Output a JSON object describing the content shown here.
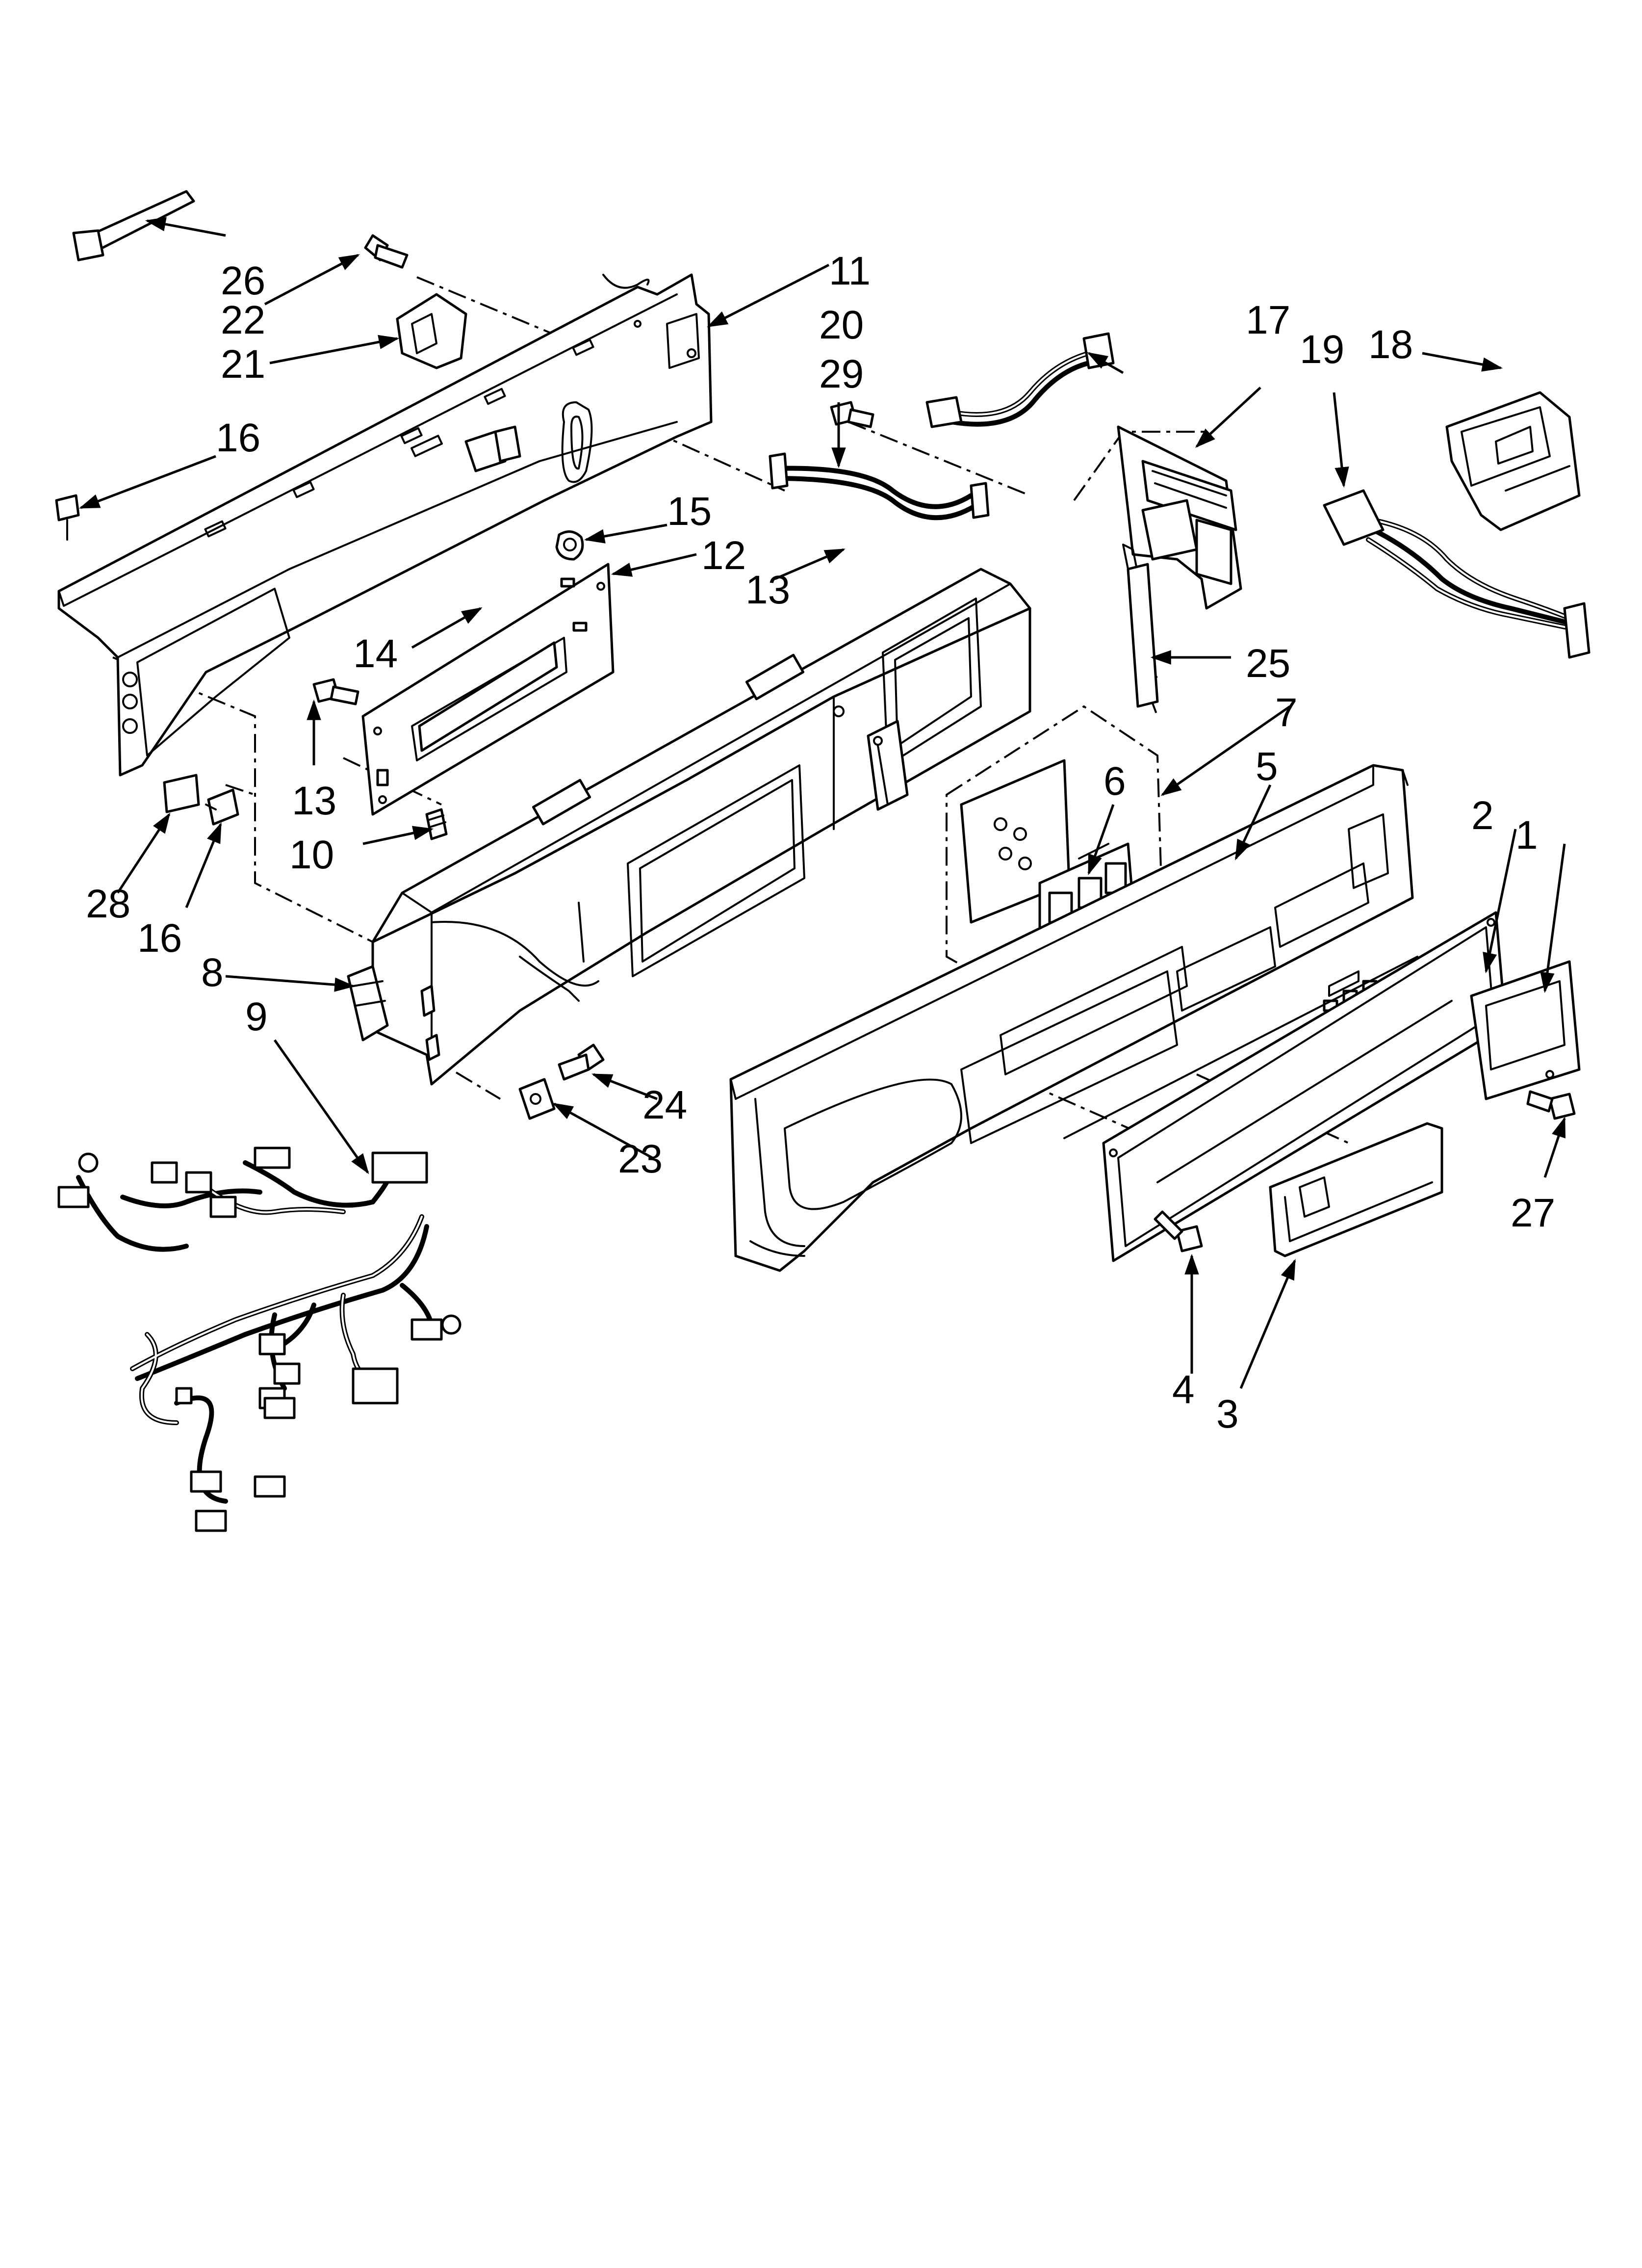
{
  "callouts": [
    {
      "id": "c1",
      "label": "1"
    },
    {
      "id": "c2",
      "label": "2"
    },
    {
      "id": "c3",
      "label": "3"
    },
    {
      "id": "c4",
      "label": "4"
    },
    {
      "id": "c5",
      "label": "5"
    },
    {
      "id": "c6",
      "label": "6"
    },
    {
      "id": "c7",
      "label": "7"
    },
    {
      "id": "c8",
      "label": "8"
    },
    {
      "id": "c9",
      "label": "9"
    },
    {
      "id": "c10",
      "label": "10"
    },
    {
      "id": "c11",
      "label": "11"
    },
    {
      "id": "c12",
      "label": "12"
    },
    {
      "id": "c13a",
      "label": "13"
    },
    {
      "id": "c13b",
      "label": "13"
    },
    {
      "id": "c14",
      "label": "14"
    },
    {
      "id": "c15",
      "label": "15"
    },
    {
      "id": "c16a",
      "label": "16"
    },
    {
      "id": "c16b",
      "label": "16"
    },
    {
      "id": "c17",
      "label": "17"
    },
    {
      "id": "c18",
      "label": "18"
    },
    {
      "id": "c19",
      "label": "19"
    },
    {
      "id": "c20",
      "label": "20"
    },
    {
      "id": "c21",
      "label": "21"
    },
    {
      "id": "c22",
      "label": "22"
    },
    {
      "id": "c23",
      "label": "23"
    },
    {
      "id": "c24",
      "label": "24"
    },
    {
      "id": "c25",
      "label": "25"
    },
    {
      "id": "c26",
      "label": "26"
    },
    {
      "id": "c27",
      "label": "27"
    },
    {
      "id": "c28",
      "label": "28"
    },
    {
      "id": "c29",
      "label": "29"
    }
  ]
}
